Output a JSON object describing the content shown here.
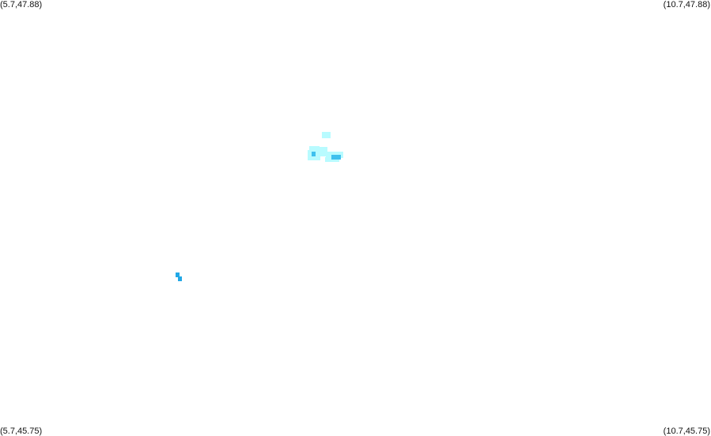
{
  "corners": {
    "top_left": "(5.7,47.88)",
    "top_right": "(10.7,47.88)",
    "bottom_left": "(5.7,45.75)",
    "bottom_right": "(10.7,45.75)"
  },
  "colors": {
    "background": "#ffffff",
    "pale_cyan": "#b8fbff",
    "light_cyan": "#9ef3fb",
    "mid_blue": "#3fc0ee",
    "deep_blue": "#22a8e6"
  }
}
